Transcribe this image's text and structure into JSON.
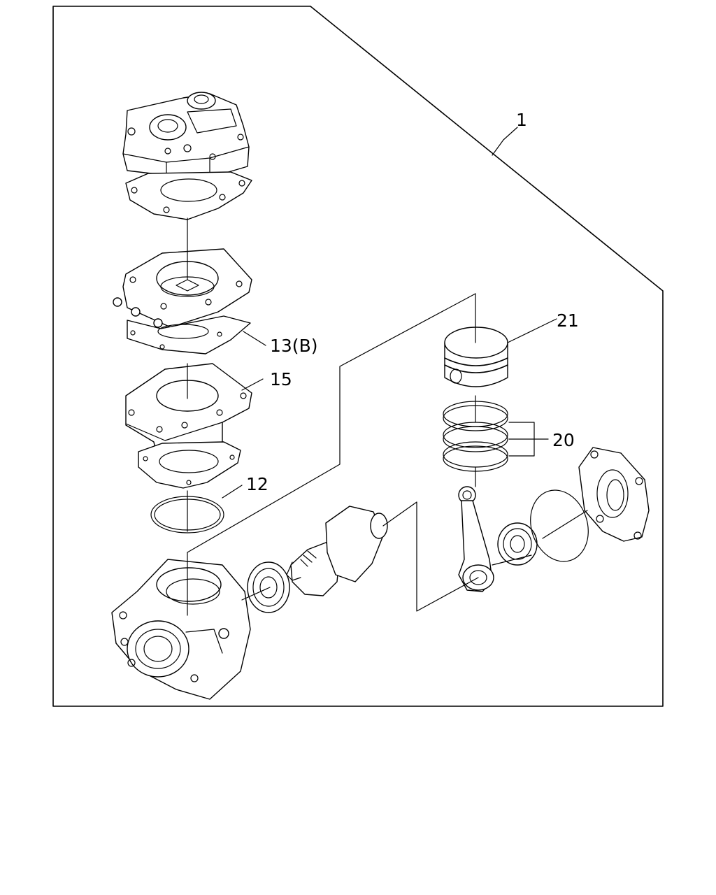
{
  "callouts": {
    "assembly": "1",
    "gasket": "13(B)",
    "cylinder": "15",
    "o_ring": "12",
    "piston": "21",
    "rings": "20"
  }
}
